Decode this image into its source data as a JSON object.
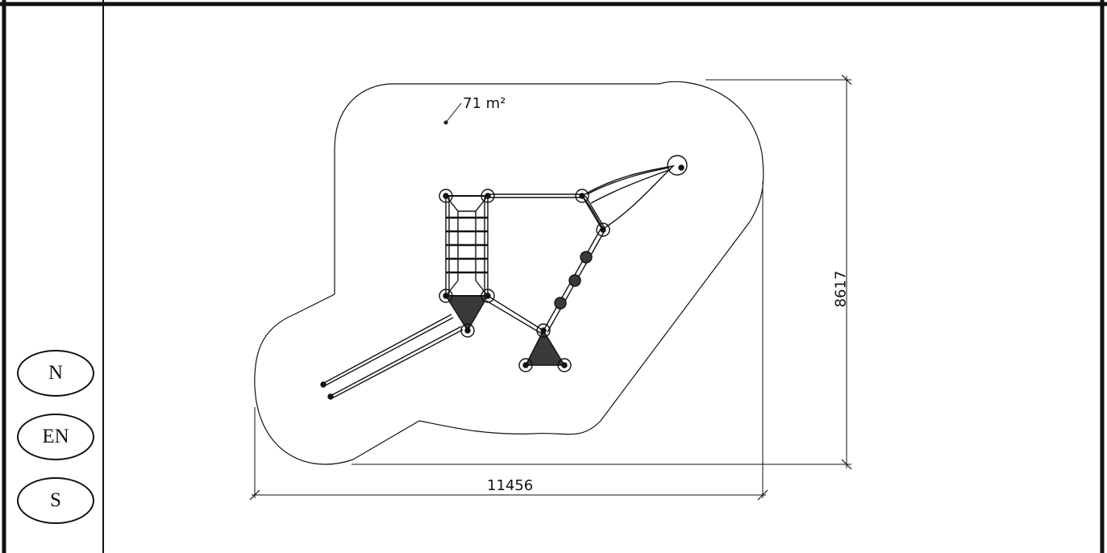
{
  "drawing": {
    "area_label": "71 m²",
    "width_dimension": "11456",
    "height_dimension": "8617"
  },
  "sidebar": {
    "badges": [
      {
        "label": "N"
      },
      {
        "label": "EN"
      },
      {
        "label": "S"
      }
    ]
  },
  "colors": {
    "line": "#111111",
    "fill": "#3a3a3a",
    "background": "#ffffff"
  }
}
